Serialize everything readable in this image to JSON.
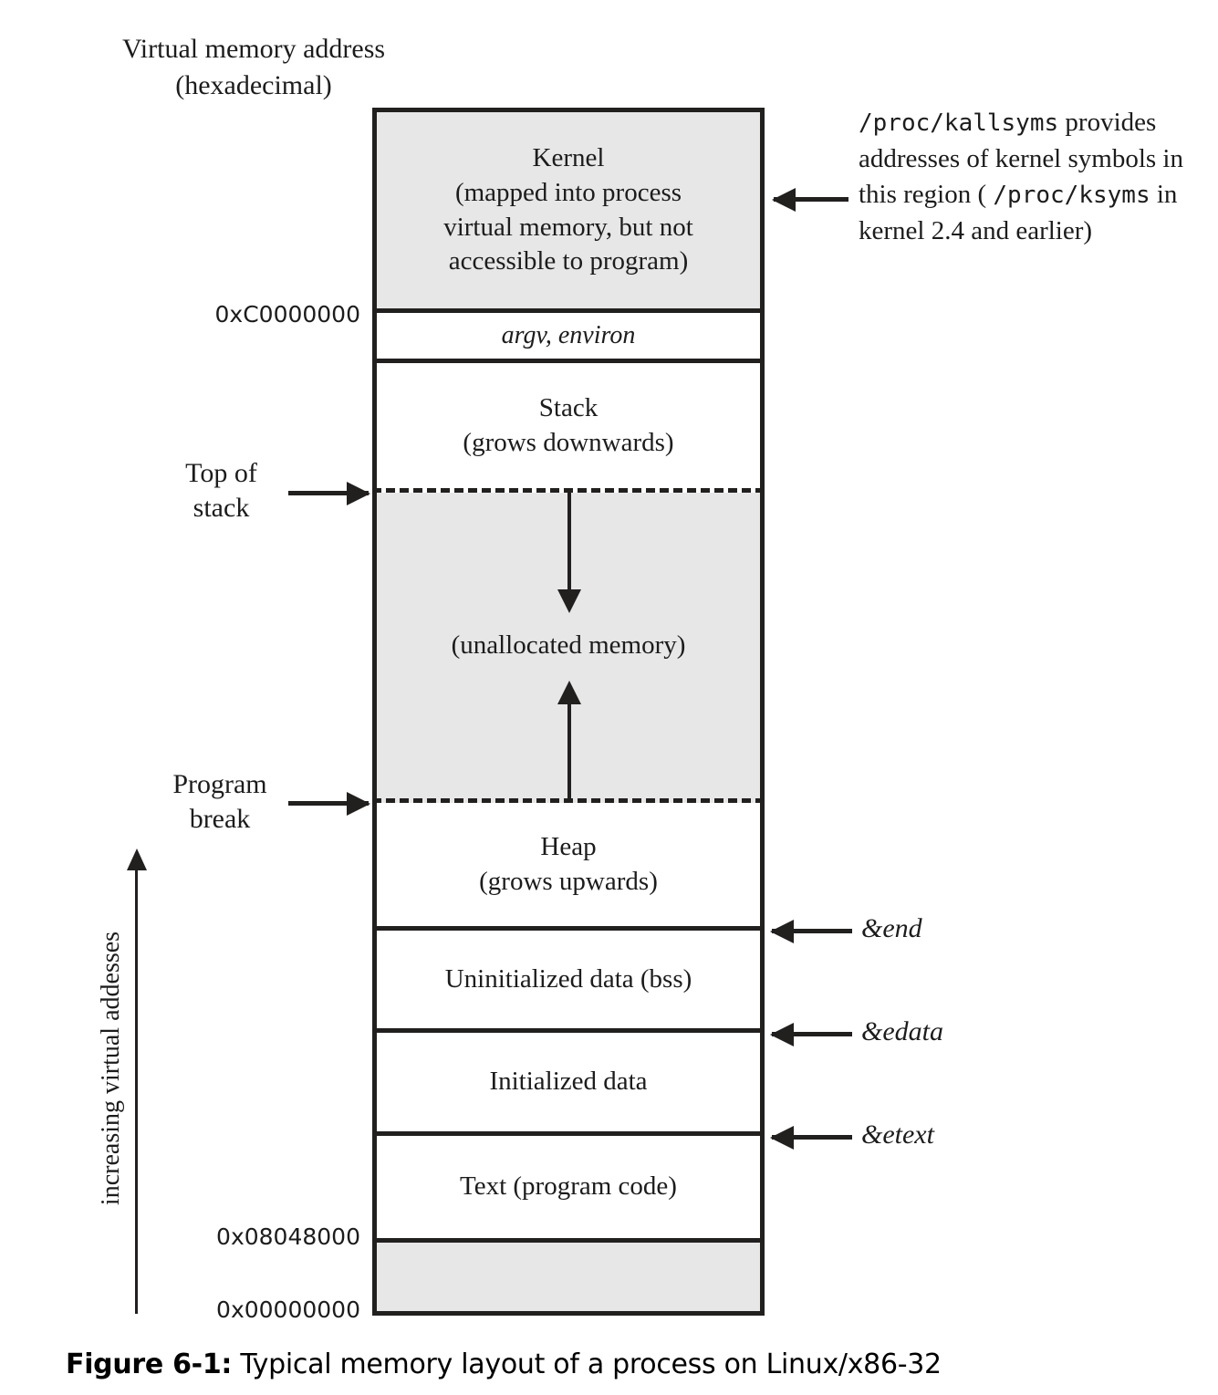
{
  "axis": {
    "title_line1": "Virtual memory address",
    "title_line2": "(hexadecimal)",
    "increasing_label": "increasing virtual addesses"
  },
  "addresses": {
    "kernel_base": "0xC0000000",
    "text_base": "0x08048000",
    "zero": "0x00000000"
  },
  "pointers": {
    "top_of_stack_line1": "Top of",
    "top_of_stack_line2": "stack",
    "program_break_line1": "Program",
    "program_break_line2": "break"
  },
  "segments": [
    {
      "id": "kernel",
      "lines": [
        "Kernel",
        "(mapped into process",
        "virtual memory, but not",
        "accessible to program)"
      ],
      "fill": "#e7e7e7"
    },
    {
      "id": "argv-environ",
      "lines": [
        "argv, environ"
      ],
      "fill": "#ffffff"
    },
    {
      "id": "stack",
      "lines": [
        "Stack",
        "(grows downwards)"
      ],
      "fill": "#ffffff"
    },
    {
      "id": "unallocated",
      "lines": [
        "(unallocated memory)"
      ],
      "fill": "#e7e7e7"
    },
    {
      "id": "heap",
      "lines": [
        "Heap",
        "(grows upwards)"
      ],
      "fill": "#ffffff"
    },
    {
      "id": "bss",
      "lines": [
        "Uninitialized data (bss)"
      ],
      "fill": "#ffffff"
    },
    {
      "id": "initialized-data",
      "lines": [
        "Initialized data"
      ],
      "fill": "#ffffff"
    },
    {
      "id": "text",
      "lines": [
        "Text (program code)"
      ],
      "fill": "#ffffff"
    },
    {
      "id": "reserved-low",
      "lines": [
        ""
      ],
      "fill": "#e7e7e7"
    }
  ],
  "annotations": {
    "kallsyms": {
      "part1_mono": "/proc/kallsyms",
      "part2": " provides addresses of kernel symbols in this region ( ",
      "part3_mono": "/proc/ksyms",
      "part4": " in kernel 2.4 and earlier)"
    },
    "end_symbol": "&end",
    "edata_symbol": "&edata",
    "etext_symbol": "&etext"
  },
  "caption": {
    "figure_number": "Figure 6-1:",
    "text": " Typical memory layout of a process on Linux/x86-32"
  },
  "colors": {
    "shaded_fill": "#e7e7e7",
    "stroke": "#221f1f",
    "background": "#ffffff"
  }
}
